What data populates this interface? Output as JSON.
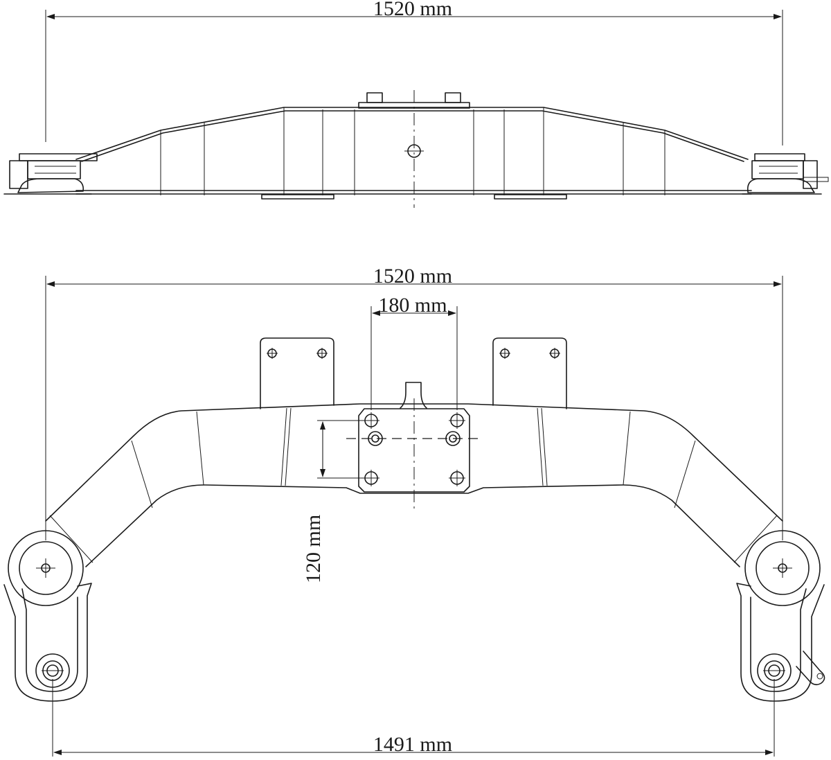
{
  "dimensions": {
    "top_view_width": "1520 mm",
    "bottom_view_width": "1520 mm",
    "plate_width": "180 mm",
    "plate_height": "120 mm",
    "wheelbase_width": "1491 mm"
  }
}
